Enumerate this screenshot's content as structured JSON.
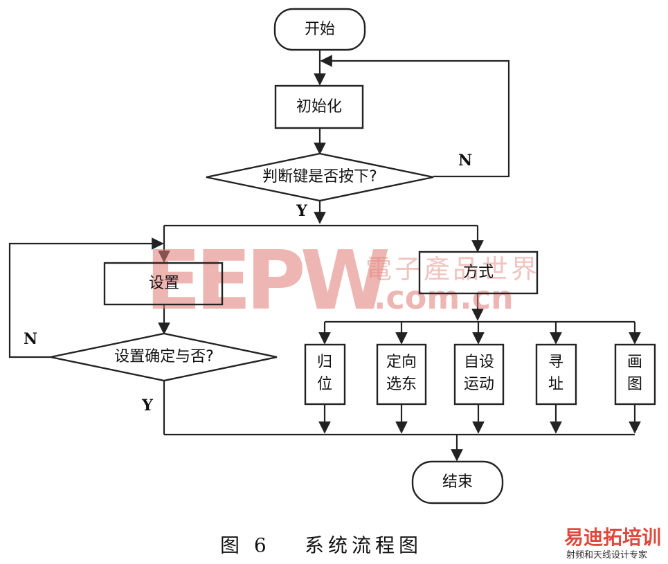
{
  "nodes": {
    "start": "开始",
    "init": "初始化",
    "key_check": "判断键是否按下?",
    "setup": "设置",
    "setup_confirm": "设置确定与否?",
    "mode": "方式",
    "home": [
      "归",
      "位"
    ],
    "orient": [
      "定向",
      "选东"
    ],
    "custom": [
      "自设",
      "运动"
    ],
    "seek": [
      "寻",
      "址"
    ],
    "draw": [
      "画",
      "图"
    ],
    "end": "结束"
  },
  "branch_labels": {
    "key_no": "N",
    "key_yes": "Y",
    "setup_no": "N",
    "setup_yes": "Y"
  },
  "caption": {
    "figure_number": "图 6",
    "title": "系统流程图"
  },
  "watermark": {
    "logo": "EEPW",
    "cn": "電子產品世界",
    "domain": ".com.cn"
  },
  "corner_logo": {
    "name": "易迪拓培训",
    "tagline": "射频和天线设计专家"
  }
}
